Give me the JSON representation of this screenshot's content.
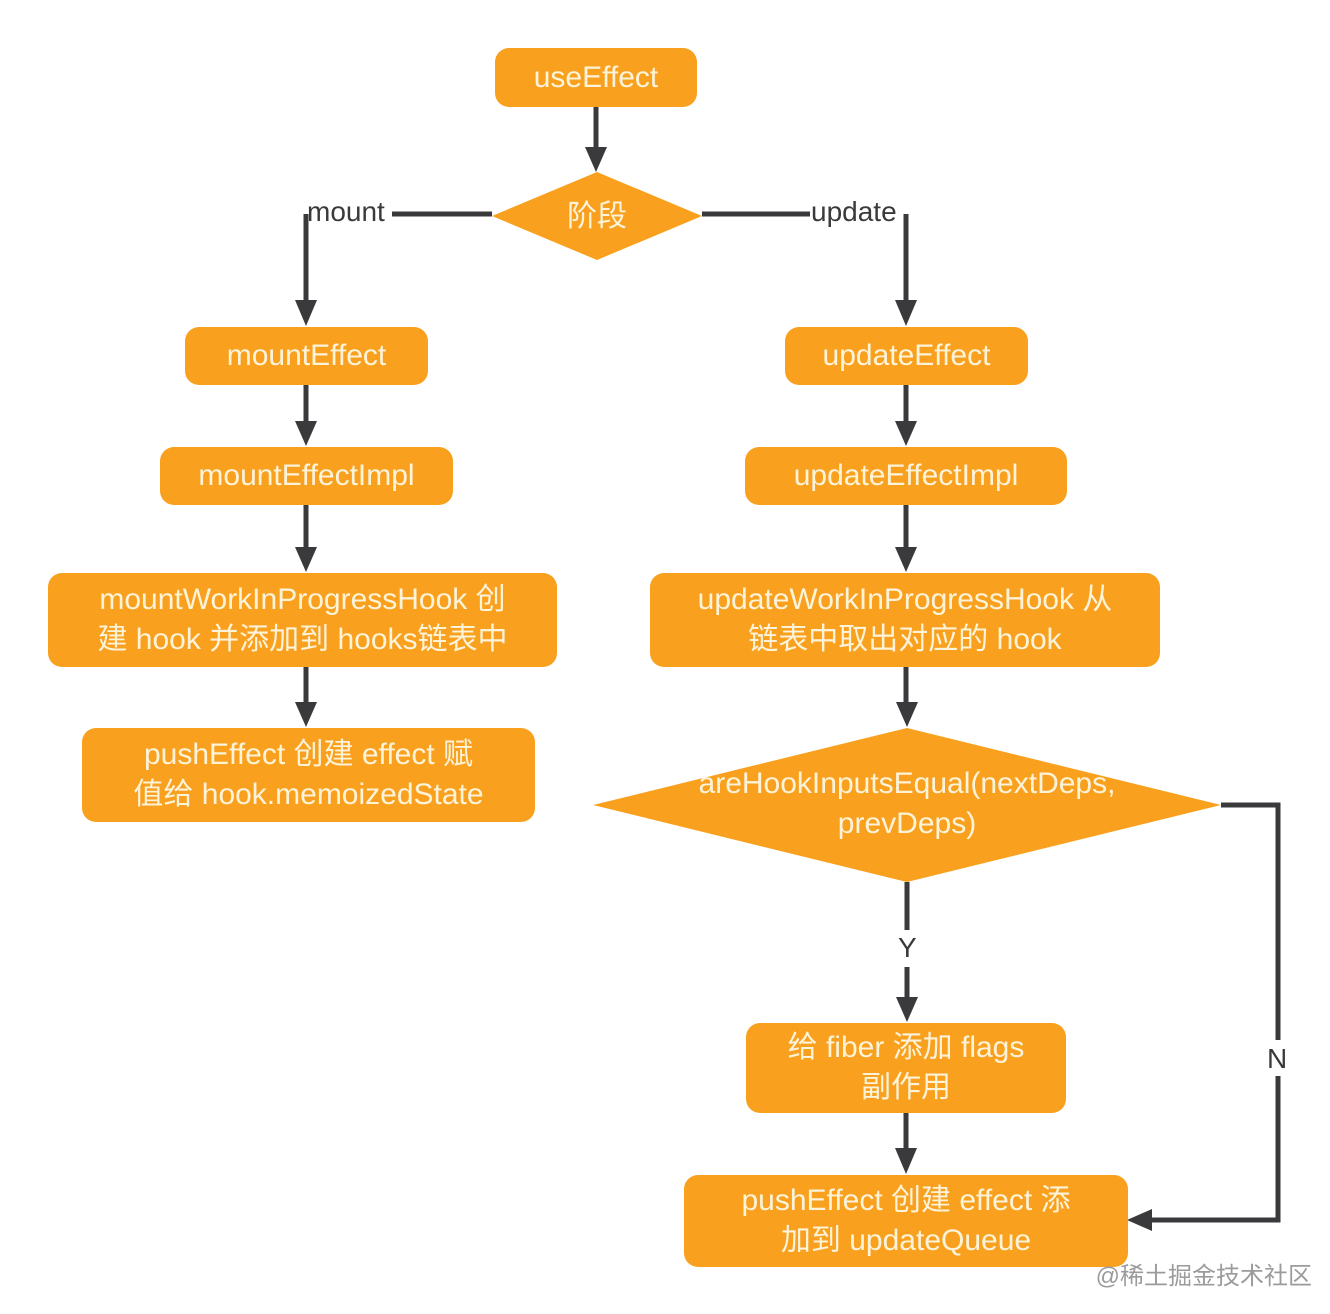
{
  "title": "useEffect mount/update flowchart",
  "colors": {
    "node_fill": "#F9A11E",
    "node_text": "#FCF3D9",
    "connector": "#3A3A3C",
    "edge_label_text": "#3A3A3C",
    "watermark_text": "#9B9B9B",
    "background": "#FFFFFF"
  },
  "nodes": {
    "useEffect": {
      "label": "useEffect",
      "shape": "rect"
    },
    "stage": {
      "label": "阶段",
      "shape": "diamond"
    },
    "mountEffect": {
      "label": "mountEffect",
      "shape": "rect"
    },
    "mountEffectImpl": {
      "label": "mountEffectImpl",
      "shape": "rect"
    },
    "mountWip": {
      "label": "mountWorkInProgressHook 创\n建 hook 并添加到 hooks链表中",
      "shape": "rect"
    },
    "pushEffectMount": {
      "label": "pushEffect 创建 effect 赋\n值给 hook.memoizedState",
      "shape": "rect"
    },
    "updateEffect": {
      "label": "updateEffect",
      "shape": "rect"
    },
    "updateEffectImpl": {
      "label": "updateEffectImpl",
      "shape": "rect"
    },
    "updateWip": {
      "label": "updateWorkInProgressHook 从\n链表中取出对应的 hook",
      "shape": "rect"
    },
    "areHookInputsEqual": {
      "label": "areHookInputsEqual(nextDeps,\nprevDeps)",
      "shape": "diamond"
    },
    "addFlags": {
      "label": "给 fiber 添加 flags\n副作用",
      "shape": "rect"
    },
    "pushEffectUpdate": {
      "label": "pushEffect 创建 effect 添\n加到 updateQueue",
      "shape": "rect"
    }
  },
  "edge_labels": {
    "mount": "mount",
    "update": "update",
    "yes": "Y",
    "no": "N"
  },
  "watermark": "@稀土掘金技术社区"
}
